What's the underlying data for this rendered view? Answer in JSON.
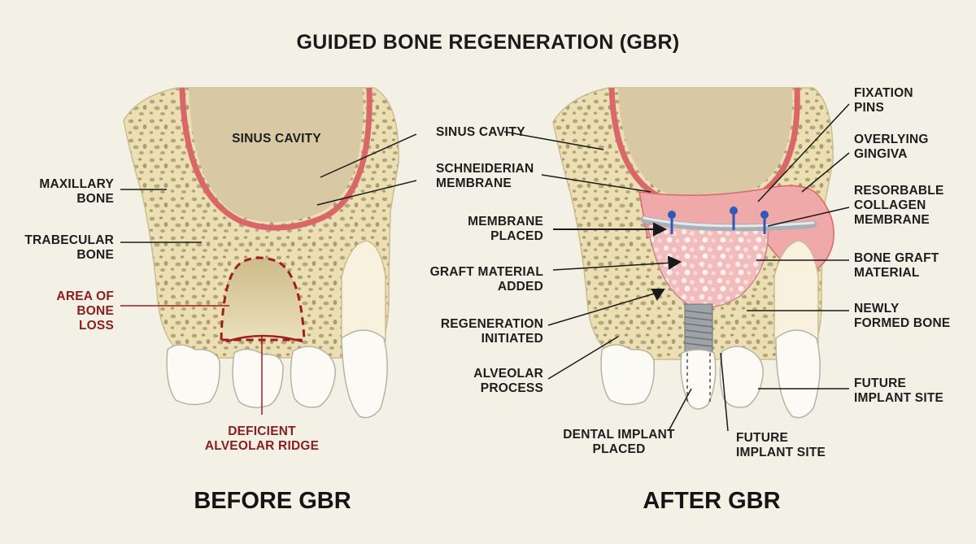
{
  "title": "GUIDED BONE REGENERATION (GBR)",
  "before": {
    "caption": "BEFORE GBR",
    "labels": {
      "sinus_cavity": "SINUS CAVITY",
      "maxillary_bone": "MAXILLARY\nBONE",
      "trabecular_bone": "TRABECULAR\nBONE",
      "area_of_bone_loss": "AREA OF\nBONE\nLOSS",
      "deficient_alveolar_ridge": "DEFICIENT\nALVEOLAR RIDGE"
    }
  },
  "after": {
    "caption": "AFTER GBR",
    "labels": {
      "sinus_cavity": "SINUS CAVITY",
      "schneiderian_membrane": "SCHNEIDERIAN\nMEMBRANE",
      "membrane_placed": "MEMBRANE\nPLACED",
      "graft_material_added": "GRAFT MATERIAL\nADDED",
      "regeneration_initiated": "REGENERATION\nINITIATED",
      "alveolar_process": "ALVEOLAR\nPROCESS",
      "dental_implant_placed": "DENTAL IMPLANT\nPLACED",
      "future_implant_site_bottom": "FUTURE\nIMPLANT SITE",
      "fixation_pins": "FIXATION\nPINS",
      "overlying_gingiva": "OVERLYING\nGINGIVA",
      "resorbable_collagen_membrane": "RESORBABLE\nCOLLAGEN\nMEMBRANE",
      "bone_graft_material": "BONE GRAFT\nMATERIAL",
      "newly_formed_bone": "NEWLY\nFORMED BONE",
      "future_implant_site_right": "FUTURE\nIMPLANT SITE"
    }
  },
  "colors": {
    "background": "#f3f0e6",
    "bone": "#ecdfb3",
    "sinus": "#d8c9a4",
    "membrane": "#d9676a",
    "loss_outline": "#9b1f1f",
    "graft": "#f2bcbc",
    "gingiva": "#eea9a8",
    "tooth": "#fbfaf5",
    "text": "#1d1d1d",
    "red_text": "#8b1d1d"
  }
}
